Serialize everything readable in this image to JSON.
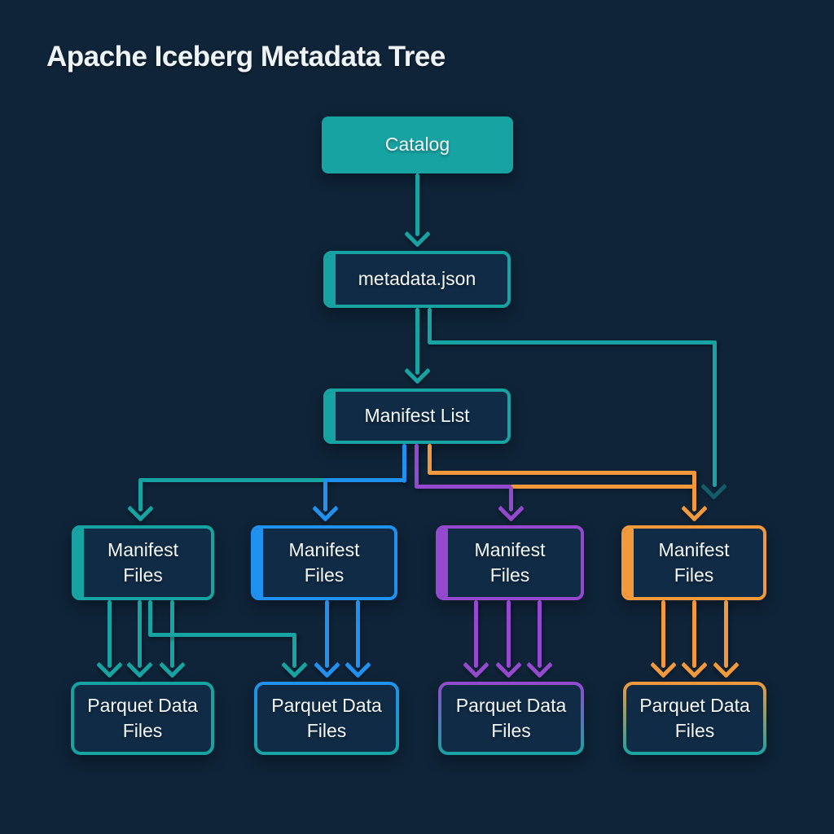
{
  "title": "Apache Iceberg Metadata Tree",
  "colors": {
    "background": "#0f2438",
    "box_fill": "#0f2b45",
    "text_c": "#f4f7f9",
    "teal_c": "#18a3a3",
    "blue_c": "#2191f0",
    "purple_c": "#9549ce",
    "orange_c": "#f2993b"
  },
  "nodes": {
    "catalog": {
      "label": "Catalog",
      "color": "teal",
      "style": "filled"
    },
    "metadata_json": {
      "label": "metadata.json",
      "color": "teal",
      "style": "outlined"
    },
    "manifest_list": {
      "label": "Manifest List",
      "color": "teal",
      "style": "outlined"
    },
    "manifest_files": [
      {
        "label": "Manifest Files",
        "color": "teal"
      },
      {
        "label": "Manifest Files",
        "color": "blue"
      },
      {
        "label": "Manifest Files",
        "color": "purple"
      },
      {
        "label": "Manifest Files",
        "color": "orange"
      }
    ],
    "parquet_data_files": [
      {
        "label": "Parquet Data Files",
        "color": "teal"
      },
      {
        "label": "Parquet Data Files",
        "color": "blue"
      },
      {
        "label": "Parquet Data Files",
        "color": "purple"
      },
      {
        "label": "Parquet Data Files",
        "color": "orange"
      }
    ]
  },
  "connections": [
    {
      "from": "catalog",
      "to": "metadata_json",
      "color": "teal"
    },
    {
      "from": "metadata_json",
      "to": "manifest_list",
      "color": "teal"
    },
    {
      "from": "metadata_json",
      "to": "manifest_files_4_area",
      "color": "teal"
    },
    {
      "from": "manifest_list",
      "to": "manifest_files_1",
      "color": "teal"
    },
    {
      "from": "manifest_list",
      "to": "manifest_files_2",
      "color": "blue"
    },
    {
      "from": "manifest_list",
      "to": "manifest_files_3",
      "color": "purple"
    },
    {
      "from": "manifest_list",
      "to": "manifest_files_4",
      "color": "orange"
    },
    {
      "from": "manifest_files_1",
      "to": "parquet_data_files_1",
      "arrows": 3,
      "color": "teal"
    },
    {
      "from": "manifest_files_1",
      "to": "parquet_data_files_2",
      "arrows": 1,
      "color": "teal"
    },
    {
      "from": "manifest_files_2",
      "to": "parquet_data_files_2",
      "arrows": 2,
      "color": "blue"
    },
    {
      "from": "manifest_files_3",
      "to": "parquet_data_files_3",
      "arrows": 3,
      "color": "purple"
    },
    {
      "from": "manifest_files_4",
      "to": "parquet_data_files_4",
      "arrows": 3,
      "color": "orange"
    }
  ]
}
